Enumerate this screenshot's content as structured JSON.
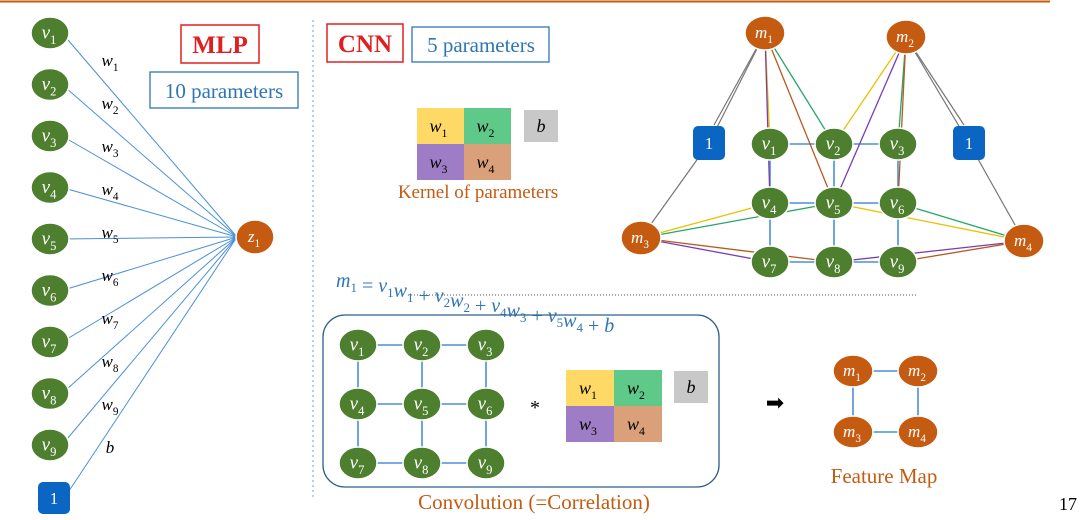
{
  "colors": {
    "green": "#4e7f2e",
    "orange": "#c55a11",
    "blue_box": "#0a66c2",
    "line_blue": "#4a90d9",
    "red": "#e02020",
    "text_blue": "#2e75b6",
    "kernel_yellow": "#ffd966",
    "kernel_green": "#5fc98a",
    "kernel_purple": "#9f7cc6",
    "kernel_peach": "#d9a07a",
    "bias_gray": "#c8c8c8"
  },
  "mlp": {
    "title": "MLP",
    "params": "10 parameters",
    "inputs": [
      {
        "base": "v",
        "sub": "1"
      },
      {
        "base": "v",
        "sub": "2"
      },
      {
        "base": "v",
        "sub": "3"
      },
      {
        "base": "v",
        "sub": "4"
      },
      {
        "base": "v",
        "sub": "5"
      },
      {
        "base": "v",
        "sub": "6"
      },
      {
        "base": "v",
        "sub": "7"
      },
      {
        "base": "v",
        "sub": "8"
      },
      {
        "base": "v",
        "sub": "9"
      }
    ],
    "bias_node": "1",
    "weights": [
      {
        "base": "w",
        "sub": "1"
      },
      {
        "base": "w",
        "sub": "2"
      },
      {
        "base": "w",
        "sub": "3"
      },
      {
        "base": "w",
        "sub": "4"
      },
      {
        "base": "w",
        "sub": "5"
      },
      {
        "base": "w",
        "sub": "6"
      },
      {
        "base": "w",
        "sub": "7"
      },
      {
        "base": "w",
        "sub": "8"
      },
      {
        "base": "w",
        "sub": "9"
      },
      {
        "base": "b",
        "sub": ""
      }
    ],
    "output": {
      "base": "z",
      "sub": "1"
    }
  },
  "cnn": {
    "title": "CNN",
    "params": "5 parameters",
    "kernel_caption": "Kernel of parameters",
    "kernel": [
      {
        "base": "w",
        "sub": "1"
      },
      {
        "base": "w",
        "sub": "2"
      },
      {
        "base": "w",
        "sub": "3"
      },
      {
        "base": "w",
        "sub": "4"
      }
    ],
    "bias": "b",
    "formula": [
      {
        "base": "m",
        "sub": "1"
      },
      {
        "t": " = "
      },
      {
        "base": "v",
        "sub": "1"
      },
      {
        "base": "w",
        "sub": "1"
      },
      {
        "t": " + "
      },
      {
        "base": "v",
        "sub": "2"
      },
      {
        "base": "w",
        "sub": "2"
      },
      {
        "t": " + "
      },
      {
        "base": "v",
        "sub": "4"
      },
      {
        "base": "w",
        "sub": "3"
      },
      {
        "t": " + "
      },
      {
        "base": "v",
        "sub": "5"
      },
      {
        "base": "w",
        "sub": "4"
      },
      {
        "t": " + "
      },
      {
        "base": "b",
        "sub": ""
      }
    ],
    "graph": {
      "grid_nodes": [
        "1",
        "2",
        "3",
        "4",
        "5",
        "6",
        "7",
        "8",
        "9"
      ],
      "bias_label": "1",
      "m_nodes": [
        "1",
        "2",
        "3",
        "4"
      ]
    },
    "conv_caption": "Convolution (=Correlation)",
    "conv_op": "*",
    "arrow": "➡",
    "feature_caption": "Feature Map",
    "feature_nodes": [
      "1",
      "2",
      "3",
      "4"
    ]
  },
  "page_number": "17"
}
